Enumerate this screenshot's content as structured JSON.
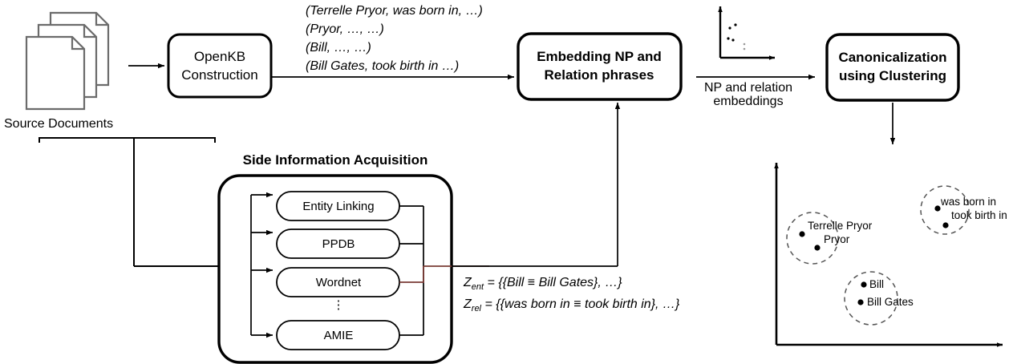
{
  "figure": {
    "title": "CESI pipeline: Open KB canonicalization using side information",
    "colors": {
      "stroke": "#000000",
      "doc_border": "#6b6b6b",
      "doc_line": "#2e5fa3",
      "accent_line": "#7a3b35",
      "background": "#ffffff"
    }
  },
  "source": {
    "icon": "documents-stack-icon",
    "label": "Source Documents"
  },
  "stages": {
    "openkb": {
      "line1": "OpenKB",
      "line2": "Construction"
    },
    "embedding": {
      "line1": "Embedding NP and",
      "line2": "Relation phrases"
    },
    "canonicalization": {
      "line1": "Canonicalization",
      "line2": "using Clustering"
    }
  },
  "triples": [
    "(Terrelle Pryor, was born in, …)",
    "(Pryor, …, …)",
    "(Bill, …, …)",
    "(Bill Gates, took birth in …)"
  ],
  "edge_labels": {
    "embeddings_line1": "NP and relation",
    "embeddings_line2": "embeddings"
  },
  "side_information": {
    "title": "Side Information Acquisition",
    "sources": [
      "Entity Linking",
      "PPDB",
      "Wordnet",
      "AMIE"
    ],
    "ellipsis": "⋮"
  },
  "side_outputs": [
    "Z_ent = {{Bill ≡ Bill Gates}, …}",
    "Z_rel = {{was born in ≡ took birth in}, …}"
  ],
  "side_outputs_parts": {
    "ent": {
      "sym": "Z",
      "subscript": "ent",
      "rest": " = {{Bill ≡ Bill Gates}, …}"
    },
    "rel": {
      "sym": "Z",
      "subscript": "rel",
      "rest": " = {{was born in ≡ took birth in}, …}"
    }
  },
  "chart_data": {
    "type": "scatter",
    "title": "",
    "xlabel": "",
    "ylabel": "",
    "grid": false,
    "legend": false,
    "clusters": [
      {
        "id": "cluster-terrelle-pryor",
        "labels": [
          "Terrelle Pryor",
          "Pryor"
        ],
        "center": [
          1013,
          297
        ],
        "radius": 32,
        "points": [
          [
            1000,
            292
          ],
          [
            1019,
            309
          ]
        ]
      },
      {
        "id": "cluster-was-born-in",
        "labels": [
          "was born in",
          "took birth in"
        ],
        "center": [
          1178,
          262
        ],
        "radius": 30,
        "points": [
          [
            1169,
            260
          ],
          [
            1179,
            281
          ]
        ]
      },
      {
        "id": "cluster-bill-gates",
        "labels": [
          "Bill",
          "Bill Gates"
        ],
        "center": [
          1086,
          372
        ],
        "radius": 33,
        "points": [
          [
            1077,
            355
          ],
          [
            1073,
            377
          ]
        ]
      }
    ],
    "axes": {
      "x_arrow": true,
      "y_arrow": true
    }
  },
  "mini_plot": {
    "type": "scatter",
    "points": [
      [
        0.33,
        0.55
      ],
      [
        0.37,
        0.52
      ],
      [
        0.66,
        0.72
      ],
      [
        0.7,
        0.68
      ],
      [
        0.5,
        0.33
      ],
      [
        0.5,
        0.24
      ]
    ],
    "axes": {
      "x_arrow": true,
      "y_arrow": true
    }
  }
}
